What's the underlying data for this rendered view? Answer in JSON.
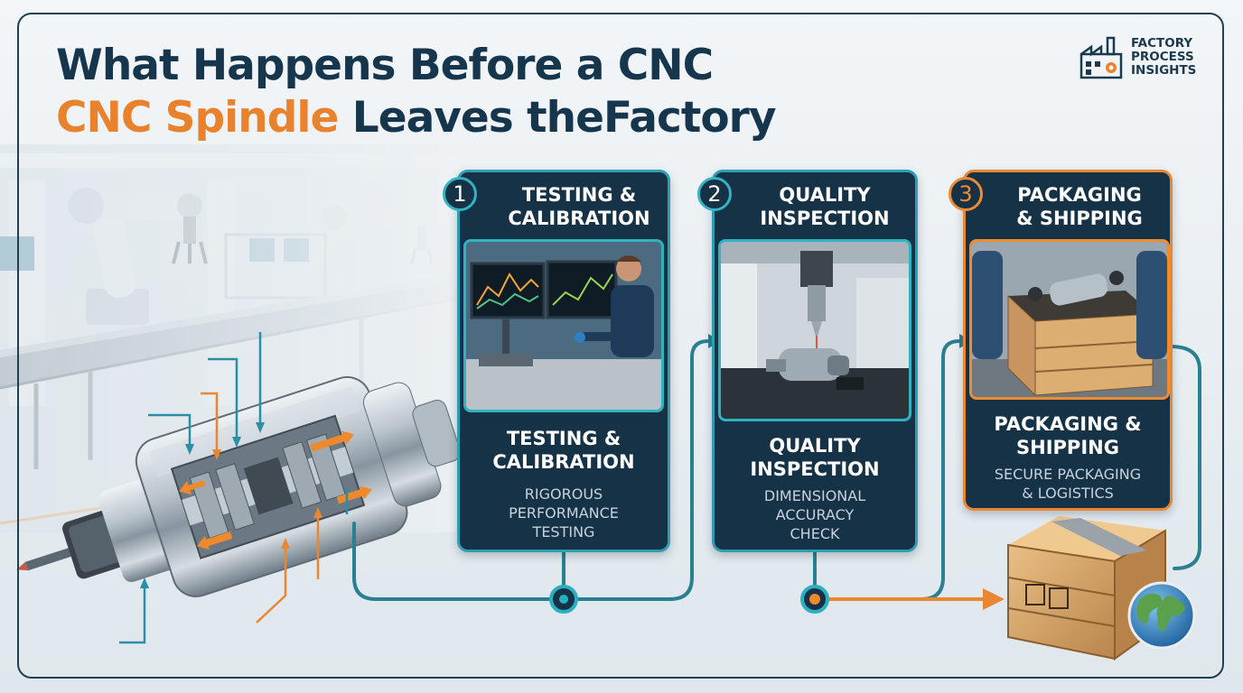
{
  "title": {
    "line1": "What Happens Before a CNC",
    "line2_accent": "CNC Spindle",
    "line2_rest": " Leaves theFactory"
  },
  "brand": {
    "icon": "factory-gear-icon",
    "lines": [
      "FACTORY",
      "PROCESS",
      "INSIGHTS"
    ]
  },
  "steps": [
    {
      "number": "1",
      "heading_lines": [
        "TESTING &",
        "CALIBRATION"
      ],
      "subheading_lines": [
        "TESTING &",
        "CALIBRATION"
      ],
      "description_lines": [
        "RIGOROUS",
        "PERFORMANCE",
        "TESTING"
      ],
      "image": "technician-at-monitors-photo",
      "accent": "#2d9fb0"
    },
    {
      "number": "2",
      "heading_lines": [
        "QUALITY",
        "INSPECTION"
      ],
      "subheading_lines": [
        "QUALITY",
        "INSPECTION"
      ],
      "description_lines": [
        "DIMENSIONAL",
        "ACCURACY",
        "CHECK"
      ],
      "image": "cmm-probe-inspection-photo",
      "accent": "#2d9fb0"
    },
    {
      "number": "3",
      "heading_lines": [
        "PACKAGING",
        "& SHIPPING"
      ],
      "subheading_lines": [
        "PACKAGING &",
        "SHIPPING"
      ],
      "description_lines": [
        "SECURE PACKAGING",
        "& LOGISTICS"
      ],
      "image": "crate-packing-photo",
      "accent": "#e88631"
    }
  ],
  "colors": {
    "navy": "#15364d",
    "orange": "#e9822d",
    "teal": "#2d9fb0",
    "card": "#163247"
  },
  "illustrations": [
    "factory-robot-arms-background",
    "cnc-spindle-cutaway",
    "shipping-crate-icon",
    "globe-icon"
  ]
}
